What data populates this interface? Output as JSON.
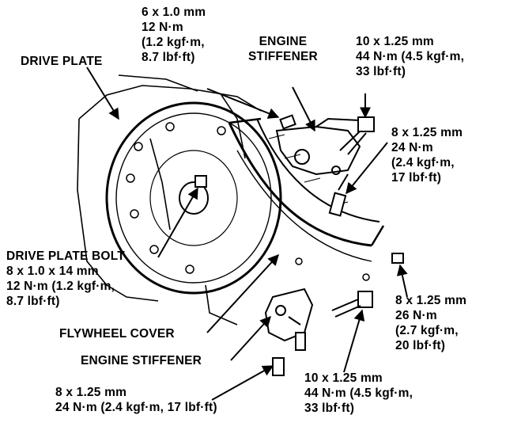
{
  "labels": {
    "top_bolt": {
      "size": "6 x 1.0 mm",
      "torque": "12 N·m",
      "kgf": "(1.2 kgf·m,",
      "lbf": "8.7 lbf·ft)"
    },
    "engine_stiffener_top": {
      "line1": "ENGINE",
      "line2": "STIFFENER"
    },
    "drive_plate": "DRIVE PLATE",
    "top_right_bolt": {
      "size": "10 x 1.25 mm",
      "torque": "44 N·m (4.5 kgf·m,",
      "lbf": "33 lbf·ft)"
    },
    "right_mid_bolt": {
      "size": "8 x 1.25 mm",
      "torque": "24 N·m",
      "kgf": "(2.4 kgf·m,",
      "lbf": "17 lbf·ft)"
    },
    "drive_plate_bolt": {
      "title": "DRIVE PLATE BOLT",
      "size": "8 x 1.0 x 14 mm",
      "torque": "12 N·m (1.2 kgf·m,",
      "lbf": "8.7 lbf·ft)"
    },
    "right_lower_bolt": {
      "size": "8 x 1.25 mm",
      "torque": "26 N·m",
      "kgf": "(2.7 kgf·m,",
      "lbf": "20 lbf·ft)"
    },
    "flywheel_cover": "FLYWHEEL COVER",
    "engine_stiffener_bottom": "ENGINE STIFFENER",
    "bottom_right_bolt": {
      "size": "10 x 1.25 mm",
      "torque": "44 N·m (4.5 kgf·m,",
      "lbf": "33 lbf·ft)"
    },
    "bottom_left_bolt": {
      "size": "8 x 1.25 mm",
      "torque": "24 N·m (2.4 kgf·m, 17 lbf·ft)"
    }
  }
}
